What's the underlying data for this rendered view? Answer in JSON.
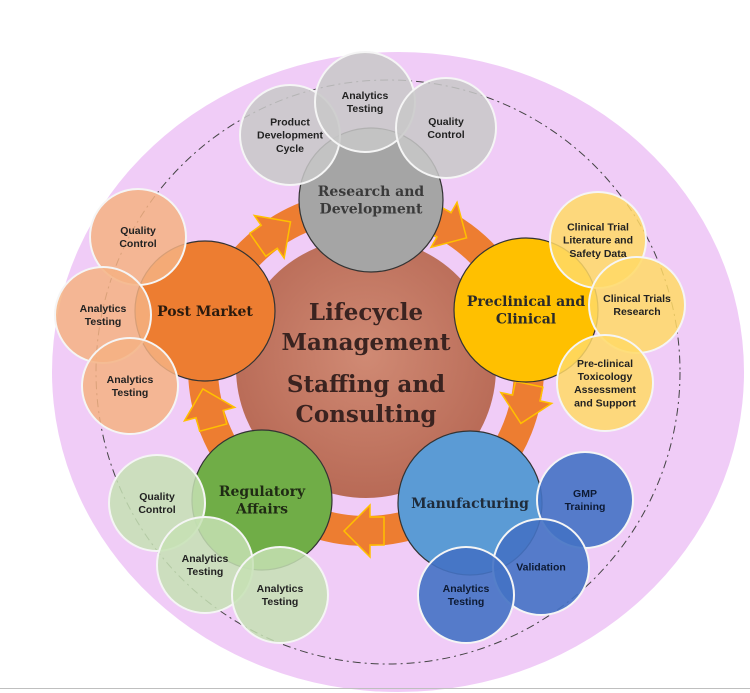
{
  "title": {
    "line1": "Lifecycle",
    "line2": "Management",
    "line3": "Staffing and",
    "line4": "Consulting"
  },
  "colors": {
    "outer": "#f0ccf7",
    "center": "#c47a66",
    "arrow": "#ed7d31",
    "rd": "#a5a5a5",
    "preclinical": "#ffc000",
    "manufacturing": "#5b9bd5",
    "regulatory": "#70ad47",
    "postmarket": "#ed7d31"
  },
  "stages": [
    {
      "id": "research-development",
      "label": [
        "Research and",
        "Development"
      ],
      "satellites": [
        [
          "Product",
          "Development",
          "Cycle"
        ],
        [
          "Analytics",
          "Testing"
        ],
        [
          "Quality",
          "Control"
        ]
      ]
    },
    {
      "id": "preclinical-clinical",
      "label": [
        "Preclinical and",
        "Clinical"
      ],
      "satellites": [
        [
          "Clinical Trial",
          "Literature and",
          "Safety Data"
        ],
        [
          "Clinical Trials",
          "Research"
        ],
        [
          "Pre-clinical",
          "Toxicology",
          "Assessment",
          "and Support"
        ]
      ]
    },
    {
      "id": "manufacturing",
      "label": [
        "Manufacturing"
      ],
      "satellites": [
        [
          "GMP",
          "Training"
        ],
        [
          "Validation"
        ],
        [
          "Analytics",
          "Testing"
        ]
      ]
    },
    {
      "id": "regulatory-affairs",
      "label": [
        "Regulatory",
        "Affairs"
      ],
      "satellites": [
        [
          "Quality",
          "Control"
        ],
        [
          "Analytics",
          "Testing"
        ],
        [
          "Analytics",
          "Testing"
        ]
      ]
    },
    {
      "id": "post-market",
      "label": [
        "Post Market"
      ],
      "satellites": [
        [
          "Quality",
          "Control"
        ],
        [
          "Analytics",
          "Testing"
        ],
        [
          "Analytics",
          "Testing"
        ]
      ]
    }
  ]
}
